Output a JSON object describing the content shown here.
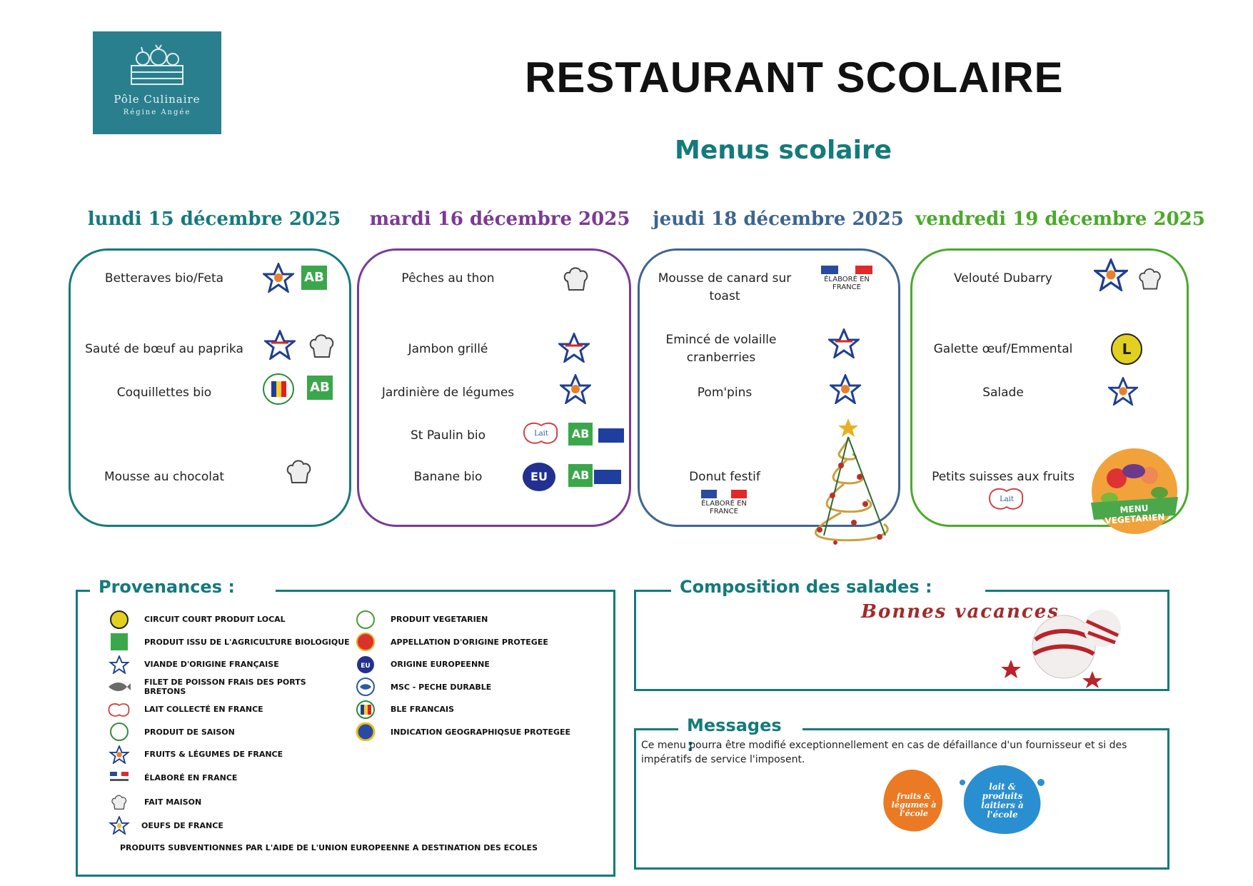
{
  "logo": {
    "line1": "Pôle Culinaire",
    "line2": "Régine Angée"
  },
  "header": {
    "title": "RESTAURANT SCOLAIRE",
    "subtitle": "Menus scolaire"
  },
  "days": [
    {
      "label": "lundi 15 décembre 2025",
      "color": "#157a7c",
      "dishes": [
        "Betteraves bio/Feta",
        "Sauté de bœuf au paprika",
        "Coquillettes bio",
        "Mousse au chocolat"
      ]
    },
    {
      "label": "mardi 16 décembre 2025",
      "color": "#7a3a96",
      "dishes": [
        "Pêches au thon",
        "Jambon grillé",
        "Jardinière de légumes",
        "St Paulin bio",
        "Banane bio"
      ]
    },
    {
      "label": "jeudi 18 décembre 2025",
      "color": "#3e6592",
      "dishes": [
        "Mousse de canard sur toast",
        "Emincé de volaille cranberries",
        "Pom'pins",
        "Donut festif"
      ]
    },
    {
      "label": "vendredi 19 décembre 2025",
      "color": "#4aaa2a",
      "dishes": [
        "Velouté Dubarry",
        "Galette œuf/Emmental",
        "Salade",
        "Petits suisses aux fruits"
      ]
    }
  ],
  "badges": {
    "elabore": "ÉLABORÉ EN FRANCE",
    "menu_vegetarien": "MENU VEGETARIEN",
    "eu": "EU",
    "ab": "AB"
  },
  "provenances": {
    "title": "Provenances :",
    "left": [
      {
        "icon": "local-icon",
        "label": "CIRCUIT COURT PRODUIT LOCAL"
      },
      {
        "icon": "ab-bio-icon",
        "label": "PRODUIT ISSU DE L'AGRICULTURE BIOLOGIQUE"
      },
      {
        "icon": "viande-france-icon",
        "label": "VIANDE D'ORIGINE FRANÇAISE"
      },
      {
        "icon": "fish-icon",
        "label": "FILET DE POISSON FRAIS DES PORTS BRETONS"
      },
      {
        "icon": "lait-france-icon",
        "label": "LAIT COLLECTÉ EN FRANCE"
      },
      {
        "icon": "saison-icon",
        "label": "PRODUIT DE SAISON"
      },
      {
        "icon": "fruits-legumes-icon",
        "label": "FRUITS & LÉGUMES DE FRANCE"
      },
      {
        "icon": "elabore-france-icon",
        "label": "ÉLABORÉ EN FRANCE"
      },
      {
        "icon": "chef-hat-icon",
        "label": "FAIT MAISON"
      },
      {
        "icon": "oeufs-france-icon",
        "label": "OEUFS DE FRANCE"
      },
      {
        "icon": "eu-flag-icon",
        "label": "PRODUITS SUBVENTIONNES PAR L'AIDE DE L'UNION EUROPEENNE A DESTINATION DES ECOLES"
      }
    ],
    "right": [
      {
        "icon": "vegetarien-icon",
        "label": "PRODUIT VEGETARIEN"
      },
      {
        "icon": "aop-icon",
        "label": "APPELLATION D'ORIGINE PROTEGEE"
      },
      {
        "icon": "eu-origin-icon",
        "label": "ORIGINE EUROPEENNE"
      },
      {
        "icon": "msc-icon",
        "label": "MSC - PECHE DURABLE"
      },
      {
        "icon": "ble-francais-icon",
        "label": "BLE FRANCAIS"
      },
      {
        "icon": "igp-icon",
        "label": "INDICATION GEOGRAPHIQSUE PROTEGEE"
      }
    ]
  },
  "salades": {
    "title": "Composition des salades :",
    "greeting": "Bonnes vacances"
  },
  "messages": {
    "title": "Messages :",
    "text": "Ce menu pourra être modifié exceptionnellement en cas de défaillance d'un fournisseur et si des impératifs de service l'imposent.",
    "logo1": "fruits & légumes à l'école",
    "logo2": "lait & produits laitiers à l'école"
  }
}
